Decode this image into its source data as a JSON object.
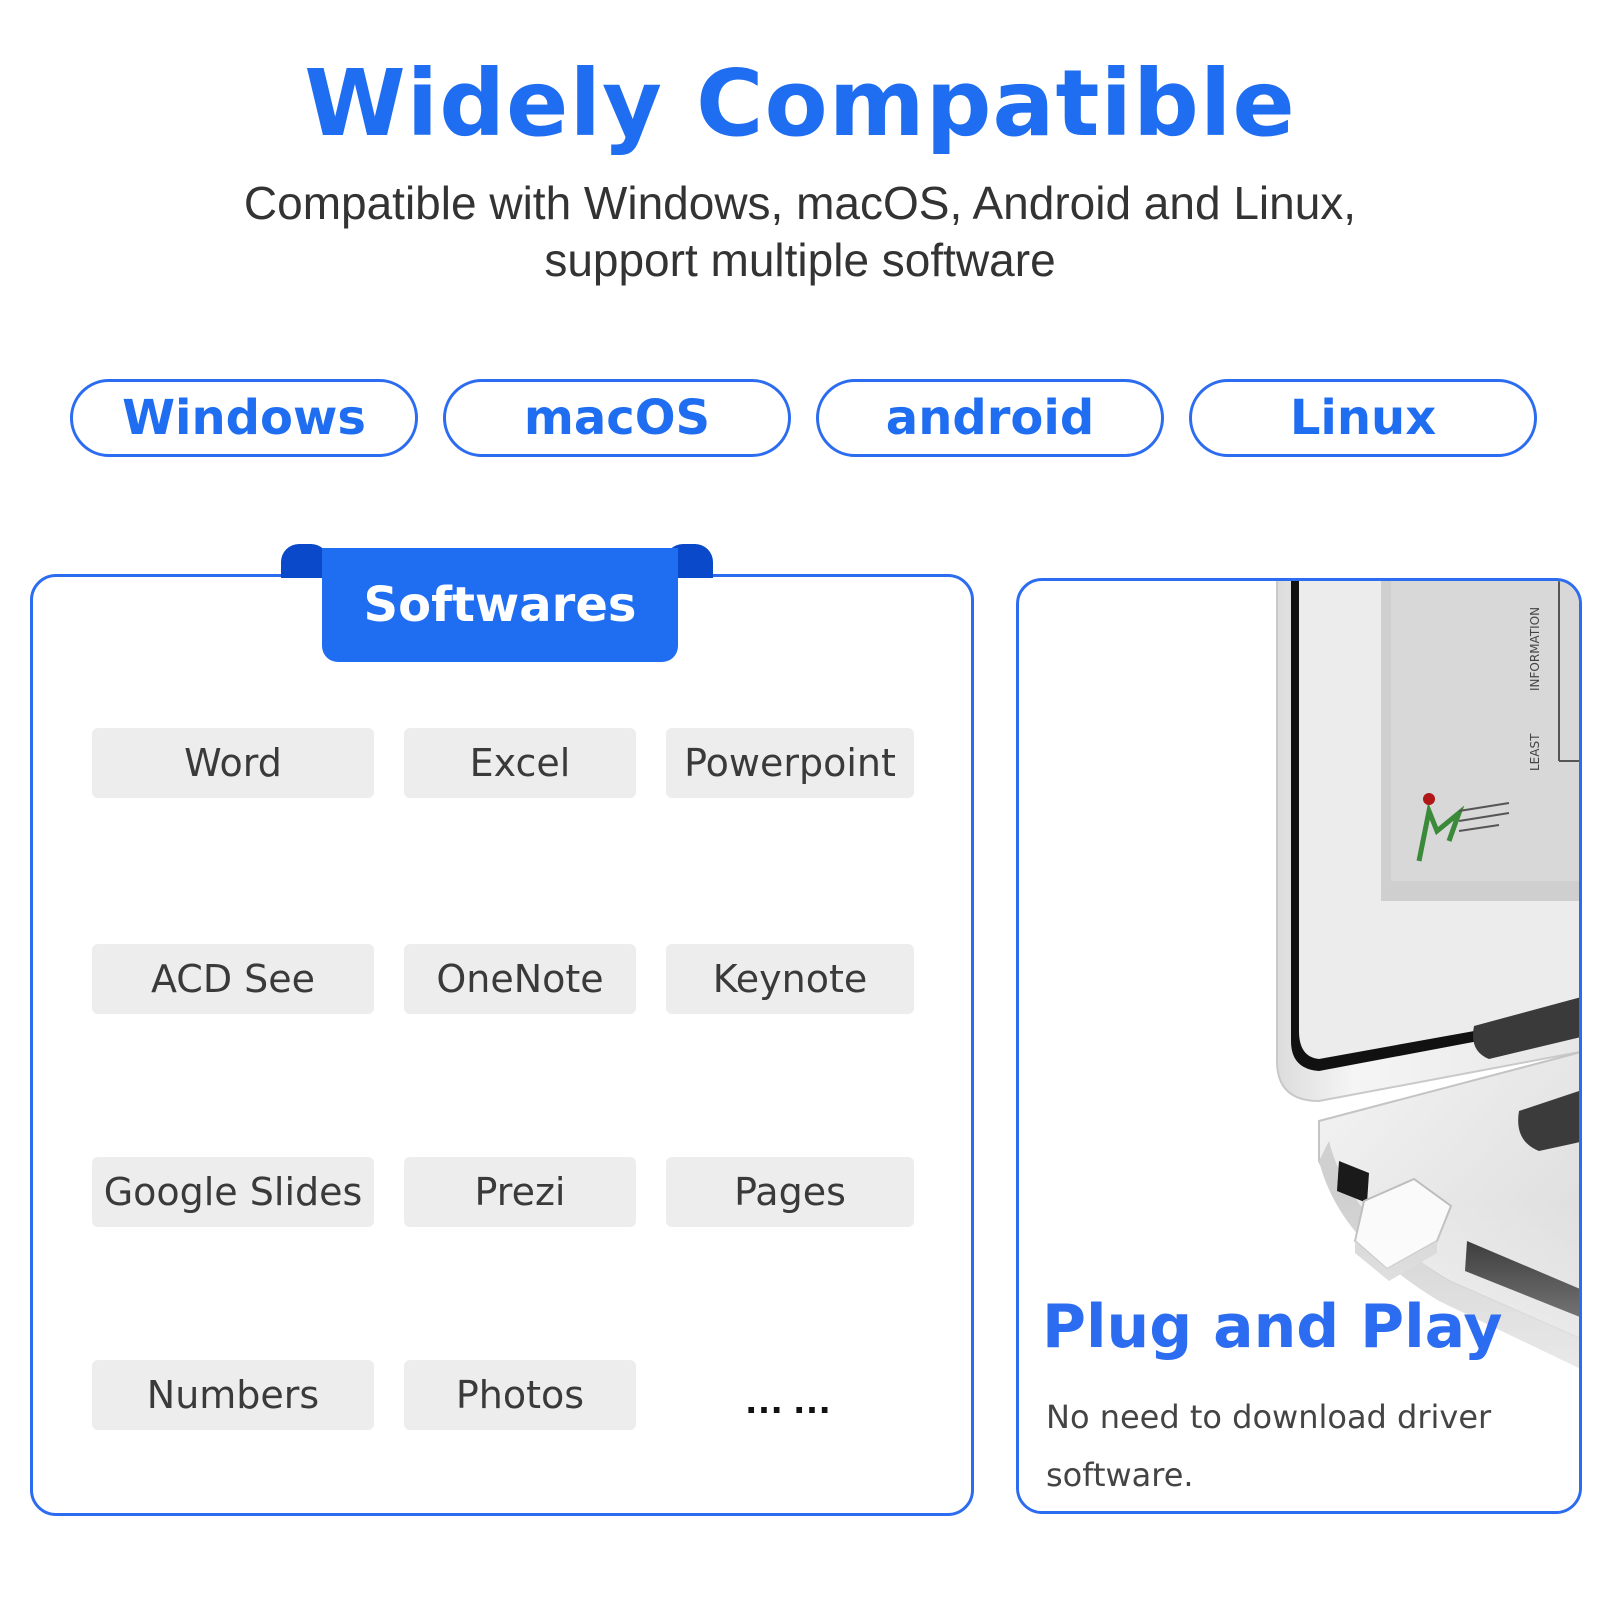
{
  "header": {
    "title": "Widely Compatible",
    "subtitle_line1": "Compatible with Windows, macOS, Android and Linux,",
    "subtitle_line2": "support multiple software"
  },
  "os_tabs": [
    {
      "label": "Windows"
    },
    {
      "label": "macOS"
    },
    {
      "label": "android"
    },
    {
      "label": "Linux"
    }
  ],
  "software_panel": {
    "ribbon_label": "Softwares",
    "items": [
      "Word",
      "Excel",
      "Powerpoint",
      "ACD See",
      "OneNote",
      "Keynote",
      "Google Slides",
      "Prezi",
      "Pages",
      "Numbers",
      "Photos"
    ],
    "more_label": "……"
  },
  "plug_panel": {
    "title": "Plug and Play",
    "description": "No need to download driver software."
  },
  "colors": {
    "accent": "#1f6df0",
    "border": "#2c6cf0",
    "chip_bg": "#ededed",
    "ribbon_dark": "#0a49c9"
  },
  "icons": {
    "illustration": "laptop-with-usb-receiver"
  }
}
